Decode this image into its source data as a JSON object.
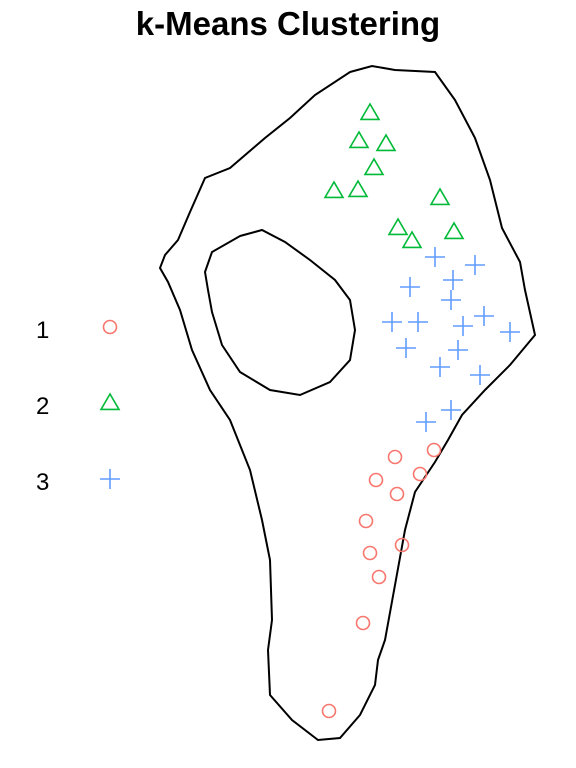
{
  "chart_data": {
    "type": "scatter",
    "title": "k-Means Clustering",
    "legend_position": "left",
    "outline": {
      "outer": [
        [
          350,
          72
        ],
        [
          372,
          66
        ],
        [
          395,
          70
        ],
        [
          435,
          72
        ],
        [
          455,
          100
        ],
        [
          475,
          138
        ],
        [
          490,
          180
        ],
        [
          502,
          228
        ],
        [
          520,
          262
        ],
        [
          525,
          290
        ],
        [
          535,
          335
        ],
        [
          510,
          365
        ],
        [
          485,
          390
        ],
        [
          462,
          415
        ],
        [
          448,
          440
        ],
        [
          435,
          462
        ],
        [
          415,
          492
        ],
        [
          405,
          530
        ],
        [
          395,
          585
        ],
        [
          385,
          640
        ],
        [
          378,
          660
        ],
        [
          375,
          685
        ],
        [
          360,
          715
        ],
        [
          340,
          738
        ],
        [
          318,
          740
        ],
        [
          292,
          720
        ],
        [
          270,
          695
        ],
        [
          268,
          650
        ],
        [
          272,
          620
        ],
        [
          270,
          560
        ],
        [
          262,
          520
        ],
        [
          250,
          470
        ],
        [
          230,
          420
        ],
        [
          210,
          390
        ],
        [
          192,
          350
        ],
        [
          180,
          310
        ],
        [
          168,
          282
        ],
        [
          160,
          268
        ],
        [
          165,
          255
        ],
        [
          178,
          240
        ],
        [
          190,
          212
        ],
        [
          205,
          178
        ],
        [
          230,
          168
        ],
        [
          265,
          138
        ],
        [
          290,
          118
        ],
        [
          315,
          95
        ],
        [
          350,
          72
        ]
      ],
      "inner": [
        [
          240,
          236
        ],
        [
          262,
          230
        ],
        [
          285,
          242
        ],
        [
          310,
          260
        ],
        [
          335,
          280
        ],
        [
          350,
          300
        ],
        [
          355,
          330
        ],
        [
          350,
          360
        ],
        [
          330,
          382
        ],
        [
          300,
          395
        ],
        [
          270,
          390
        ],
        [
          240,
          372
        ],
        [
          222,
          345
        ],
        [
          212,
          312
        ],
        [
          208,
          290
        ],
        [
          205,
          272
        ],
        [
          212,
          252
        ],
        [
          240,
          236
        ]
      ]
    },
    "series": [
      {
        "name": "1",
        "symbol": "circle",
        "color": "#f8766d",
        "points": [
          [
            395,
            457
          ],
          [
            434,
            450
          ],
          [
            376,
            480
          ],
          [
            420,
            474
          ],
          [
            397,
            494
          ],
          [
            366,
            521
          ],
          [
            402,
            545
          ],
          [
            370,
            553
          ],
          [
            379,
            577
          ],
          [
            363,
            623
          ],
          [
            329,
            711
          ]
        ]
      },
      {
        "name": "2",
        "symbol": "triangle",
        "color": "#00ba38",
        "points": [
          [
            370,
            113
          ],
          [
            359,
            141
          ],
          [
            386,
            144
          ],
          [
            374,
            168
          ],
          [
            334,
            191
          ],
          [
            358,
            190
          ],
          [
            440,
            198
          ],
          [
            398,
            228
          ],
          [
            454,
            232
          ],
          [
            412,
            241
          ]
        ]
      },
      {
        "name": "3",
        "symbol": "plus",
        "color": "#619cff",
        "points": [
          [
            435,
            257
          ],
          [
            475,
            265
          ],
          [
            453,
            280
          ],
          [
            410,
            287
          ],
          [
            451,
            300
          ],
          [
            392,
            322
          ],
          [
            418,
            322
          ],
          [
            463,
            326
          ],
          [
            484,
            316
          ],
          [
            510,
            332
          ],
          [
            406,
            348
          ],
          [
            458,
            350
          ],
          [
            440,
            367
          ],
          [
            480,
            375
          ],
          [
            426,
            422
          ],
          [
            451,
            410
          ]
        ]
      }
    ],
    "legend": [
      {
        "label": "1",
        "symbol": "circle",
        "color": "#f8766d"
      },
      {
        "label": "2",
        "symbol": "triangle",
        "color": "#00ba38"
      },
      {
        "label": "3",
        "symbol": "plus",
        "color": "#619cff"
      }
    ]
  }
}
